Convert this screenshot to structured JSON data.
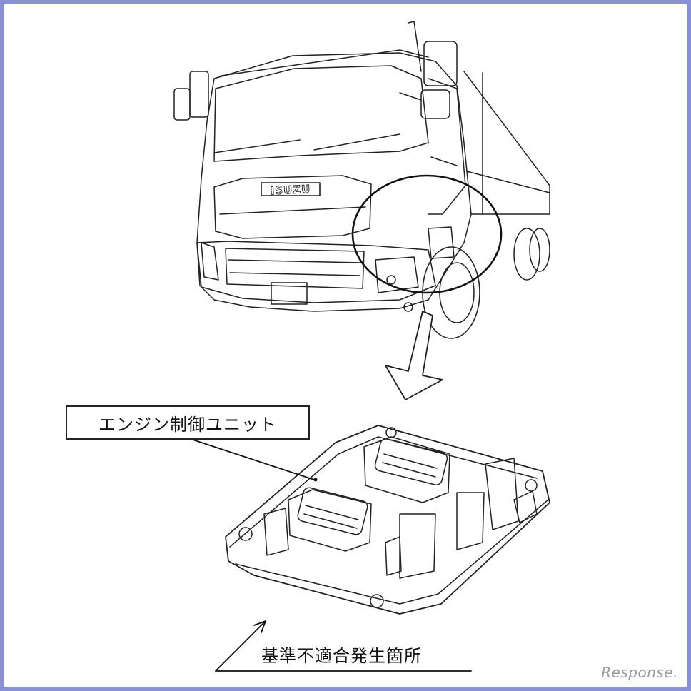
{
  "labels": {
    "ecu": "エンジン制御ユニット",
    "defect_location": "基準不適合発生箇所"
  },
  "truck": {
    "grille_brand": "ISUZU"
  },
  "watermark": "Response.",
  "colors": {
    "frame": "#8a8fd6",
    "line": "#222222",
    "watermark": "#9a9a9a"
  }
}
